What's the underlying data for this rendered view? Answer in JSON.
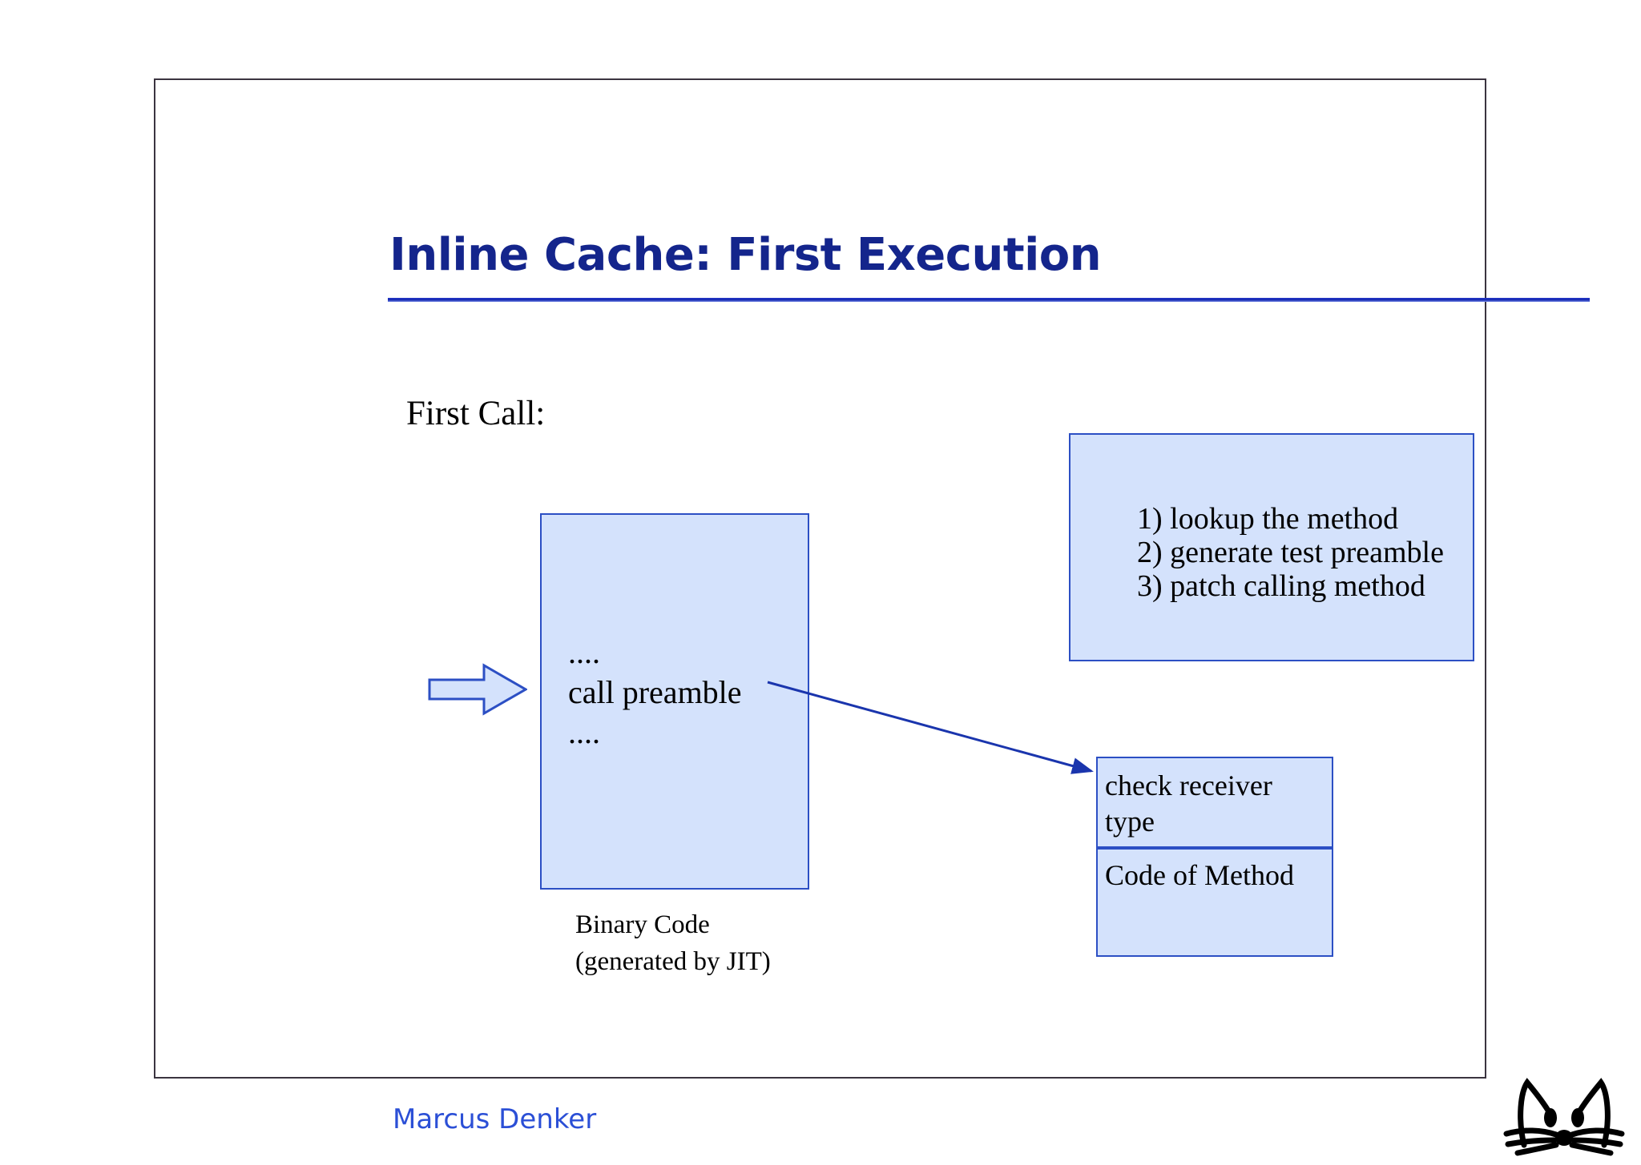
{
  "slide": {
    "title": "Inline Cache: First Execution",
    "first_call_label": "First Call:",
    "author": "Marcus Denker",
    "logo_icon": "cat-face-icon",
    "accent_color": "#14258c",
    "rule_color": "#1226b0",
    "box_fill_color": "#d4e2fc",
    "box_border_color": "#2c4fc4",
    "author_color": "#2b4fd6"
  },
  "code_box": {
    "lines": [
      "....",
      "call preamble",
      "...."
    ],
    "caption": [
      "Binary Code",
      "(generated by JIT)"
    ]
  },
  "steps_box": {
    "items": [
      "1) lookup the method",
      "2) generate test preamble",
      "3) patch calling method"
    ]
  },
  "method_box": {
    "top_cell": [
      "check receiver",
      "type"
    ],
    "bottom_cell": [
      "Code of Method"
    ]
  },
  "arrows": {
    "entry_arrow_icon": "block-arrow-right-icon",
    "connector_arrow_icon": "arrow-line-icon"
  }
}
